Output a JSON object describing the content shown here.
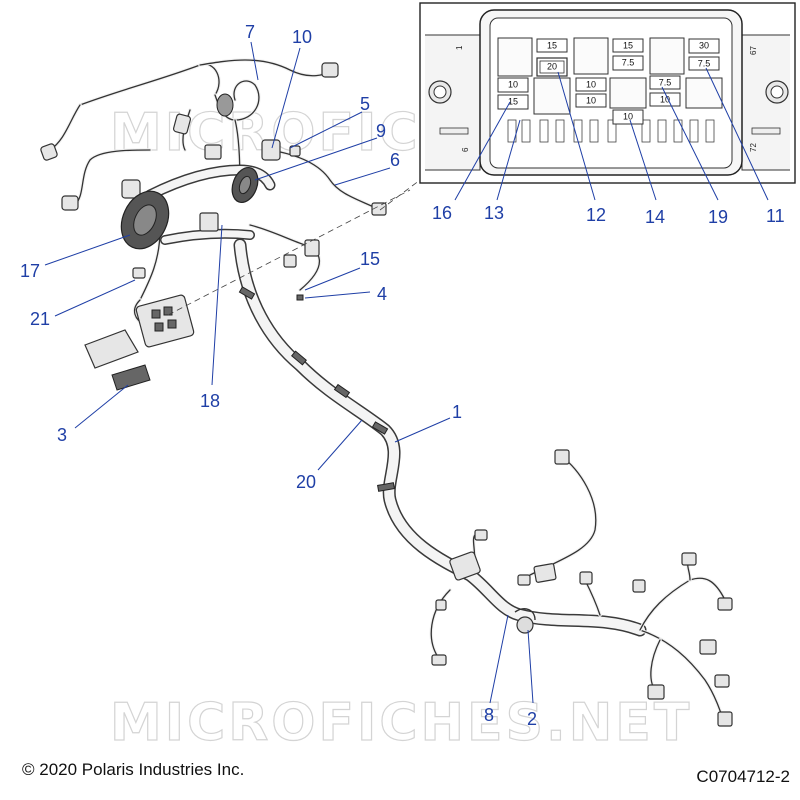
{
  "watermark": "MICROFICHES.NET",
  "copyright": "© 2020 Polaris Industries Inc.",
  "figure_id": "C0704712-2",
  "callouts": {
    "c1": "1",
    "c2": "2",
    "c3": "3",
    "c4": "4",
    "c5": "5",
    "c6": "6",
    "c7": "7",
    "c8": "8",
    "c9": "9",
    "c10": "10",
    "c11": "11",
    "c12": "12",
    "c13": "13",
    "c14": "14",
    "c15": "15",
    "c16": "16",
    "c17": "17",
    "c18": "18",
    "c19": "19",
    "c20": "20",
    "c21": "21"
  },
  "fuse_box": {
    "fuses": {
      "f15a": "15",
      "f20": "20",
      "f10a": "10",
      "f10b": "10",
      "f15b": "15",
      "f10c": "10",
      "f15c": "15",
      "f75a": "7.5",
      "f10d": "10",
      "f75b": "7.5",
      "f10e": "10",
      "f30": "30",
      "f75c": "7.5"
    },
    "pin_labels": {
      "p1": "1",
      "p6": "6",
      "p67": "67",
      "p72": "72"
    }
  }
}
